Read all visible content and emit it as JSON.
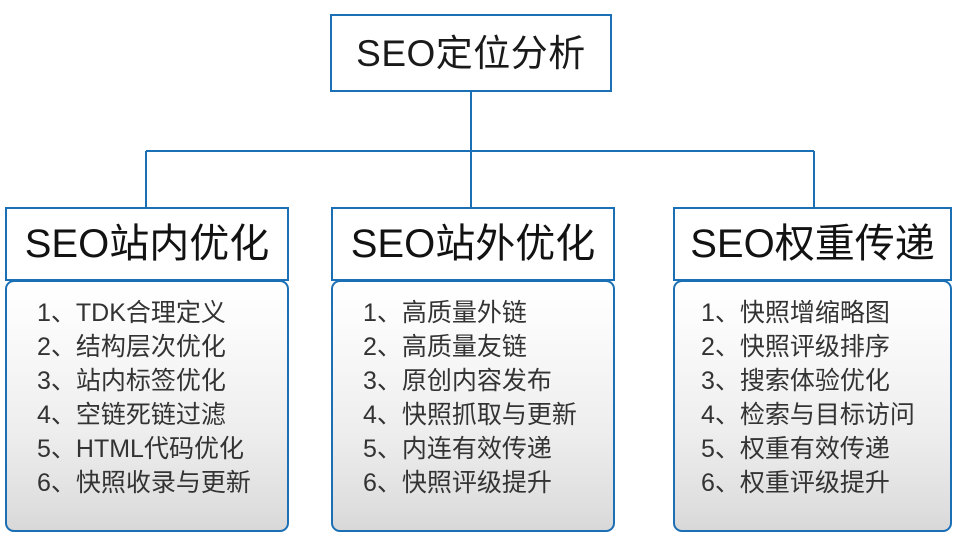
{
  "diagram": {
    "type": "org-chart",
    "title": "SEO定位分析",
    "root": {
      "label": "SEO定位分析"
    },
    "branches": [
      {
        "header": "SEO站内优化",
        "items": [
          "1、TDK合理定义",
          "2、结构层次优化",
          "3、站内标签优化",
          "4、空链死链过滤",
          "5、HTML代码优化",
          "6、快照收录与更新"
        ]
      },
      {
        "header": "SEO站外优化",
        "items": [
          "1、高质量外链",
          "2、高质量友链",
          "3、原创内容发布",
          "4、快照抓取与更新",
          "5、内连有效传递",
          "6、快照评级提升"
        ]
      },
      {
        "header": "SEO权重传递",
        "items": [
          "1、快照增缩略图",
          "2、快照评级排序",
          "3、搜索体验优化",
          "4、检索与目标访问",
          "5、权重有效传递",
          "6、权重评级提升"
        ]
      }
    ],
    "colors": {
      "border": "#1a6fb5",
      "connector": "#1a6fb5",
      "header_background": "#ffffff",
      "body_gradient_top": "#ffffff",
      "body_gradient_bottom": "#d8d8d8",
      "text": "#262626",
      "page_background": "#ffffff"
    }
  }
}
